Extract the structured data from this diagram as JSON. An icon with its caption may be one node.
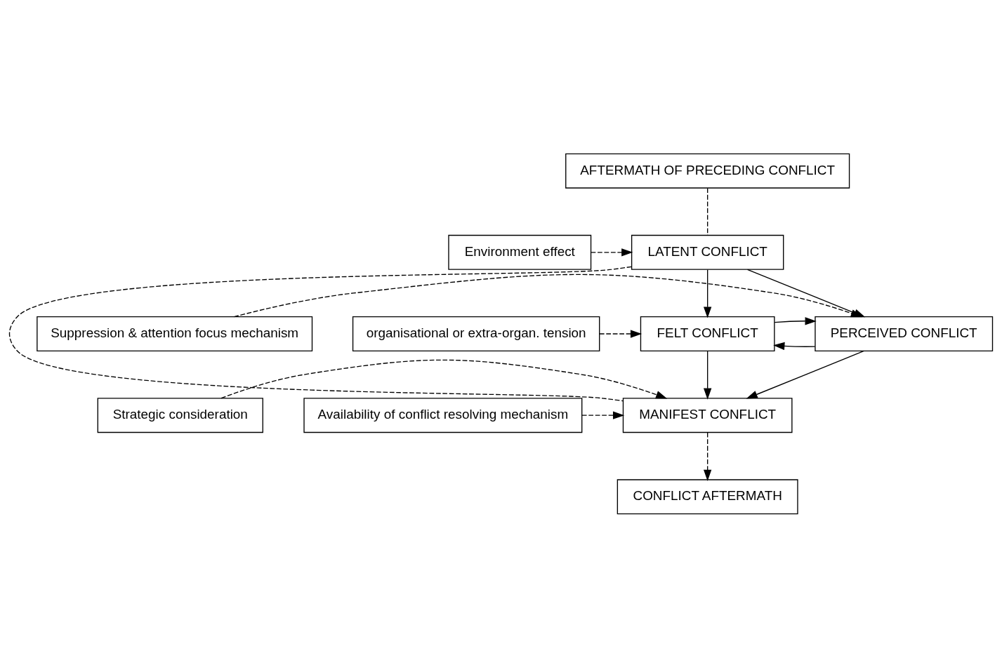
{
  "diagram": {
    "nodes": [
      {
        "text": [
          "AFTERMATH OF PRECEDING CONFLICT"
        ]
      },
      {
        "text": [
          "LATENT CONFLICT"
        ]
      },
      {
        "text": [
          "Environment effect"
        ]
      },
      {
        "text": [
          "organisational or extra-organ. tension"
        ]
      },
      {
        "text": [
          "FELT CONFLICT"
        ]
      },
      {
        "text": [
          "PERCEIVED CONFLICT"
        ]
      },
      {
        "text": [
          "Suppression & attention focus mechanism"
        ]
      },
      {
        "text": [
          "Strategic consideration"
        ]
      },
      {
        "text": [
          "MANIFEST CONFLICT"
        ]
      },
      {
        "text": [
          "Availability of conflict resolving mechanism"
        ]
      },
      {
        "text": [
          "CONFLICT AFTERMATH"
        ]
      }
    ],
    "edges": [
      {
        "from": 0,
        "to": 1,
        "arrow": "none",
        "style": "dashed"
      },
      {
        "from": 1,
        "to": 8,
        "arrow": "none",
        "style": "dashed"
      },
      {
        "from": 1,
        "to": 4,
        "arrow": "to"
      },
      {
        "from": 1,
        "to": 5,
        "arrow": "to"
      },
      {
        "from": 2,
        "to": 1,
        "arrow": "to",
        "style": "dashed"
      },
      {
        "from": 3,
        "to": 4,
        "arrow": "to",
        "style": "dashed"
      },
      {
        "from": 5,
        "to": 4,
        "arrow": "to"
      },
      {
        "from": 4,
        "to": 5,
        "arrow": "to"
      },
      {
        "from": 4,
        "to": 8,
        "arrow": "to"
      },
      {
        "from": 5,
        "to": 8,
        "arrow": "to"
      },
      {
        "from": 6,
        "to": 5,
        "arrow": "to",
        "style": "dashed"
      },
      {
        "from": 7,
        "to": 8,
        "arrow": "to",
        "style": "dashed"
      },
      {
        "from": 9,
        "to": 8,
        "arrow": "to",
        "style": "dashed"
      },
      {
        "from": 8,
        "to": 10,
        "arrow": "to",
        "style": "dashed"
      }
    ]
  }
}
